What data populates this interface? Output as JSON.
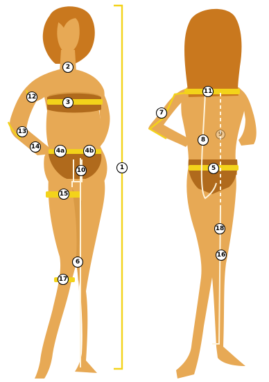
{
  "diagram": {
    "colors": {
      "skin": "#e7a955",
      "hair": "#c9781e",
      "garment": "#b06a1c",
      "tape": "#f3d31a",
      "guide_line": "#fff4dc"
    },
    "figures": [
      "front-view-female-figure",
      "back-view-female-figure"
    ],
    "markers": [
      {
        "id": "m1",
        "label": "1"
      },
      {
        "id": "m2",
        "label": "2"
      },
      {
        "id": "m3",
        "label": "3"
      },
      {
        "id": "m4a",
        "label": "4a"
      },
      {
        "id": "m4b",
        "label": "4b"
      },
      {
        "id": "m5",
        "label": "5"
      },
      {
        "id": "m6",
        "label": "6"
      },
      {
        "id": "m7",
        "label": "7"
      },
      {
        "id": "m8",
        "label": "8"
      },
      {
        "id": "m9",
        "label": "9"
      },
      {
        "id": "m10",
        "label": "10"
      },
      {
        "id": "m11",
        "label": "11"
      },
      {
        "id": "m12",
        "label": "12"
      },
      {
        "id": "m13",
        "label": "13"
      },
      {
        "id": "m14",
        "label": "14"
      },
      {
        "id": "m15",
        "label": "15"
      },
      {
        "id": "m16",
        "label": "16"
      },
      {
        "id": "m17",
        "label": "17"
      },
      {
        "id": "m18",
        "label": "18"
      }
    ]
  }
}
